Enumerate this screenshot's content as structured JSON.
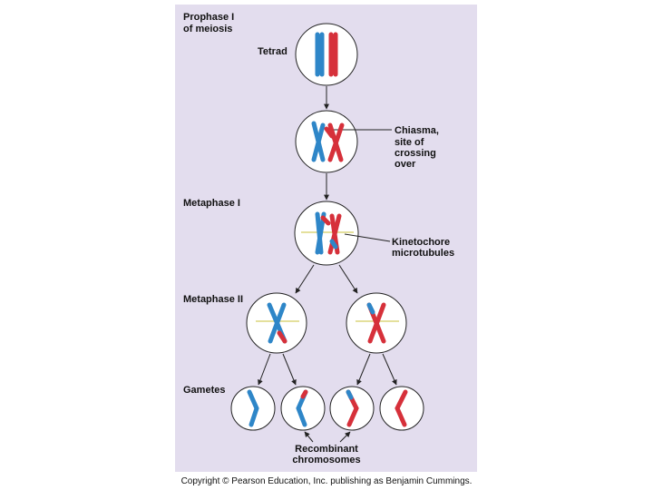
{
  "panel_color": "#e3ddee",
  "chromatid_colors": {
    "maternal": "#2e86c8",
    "paternal": "#d6303a"
  },
  "labels": {
    "prophase_1": "Prophase I",
    "prophase_2": "of meiosis",
    "tetrad": "Tetrad",
    "chiasma_1": "Chiasma,",
    "chiasma_2": "site of",
    "chiasma_3": "crossing",
    "chiasma_4": "over",
    "metaphase_1": "Metaphase I",
    "kinetochore_1": "Kinetochore",
    "kinetochore_2": "microtubules",
    "metaphase_2": "Metaphase II",
    "gametes": "Gametes",
    "recombinant_1": "Recombinant",
    "recombinant_2": "chromosomes"
  },
  "copyright": "Copyright © Pearson Education, Inc. publishing as Benjamin Cummings."
}
